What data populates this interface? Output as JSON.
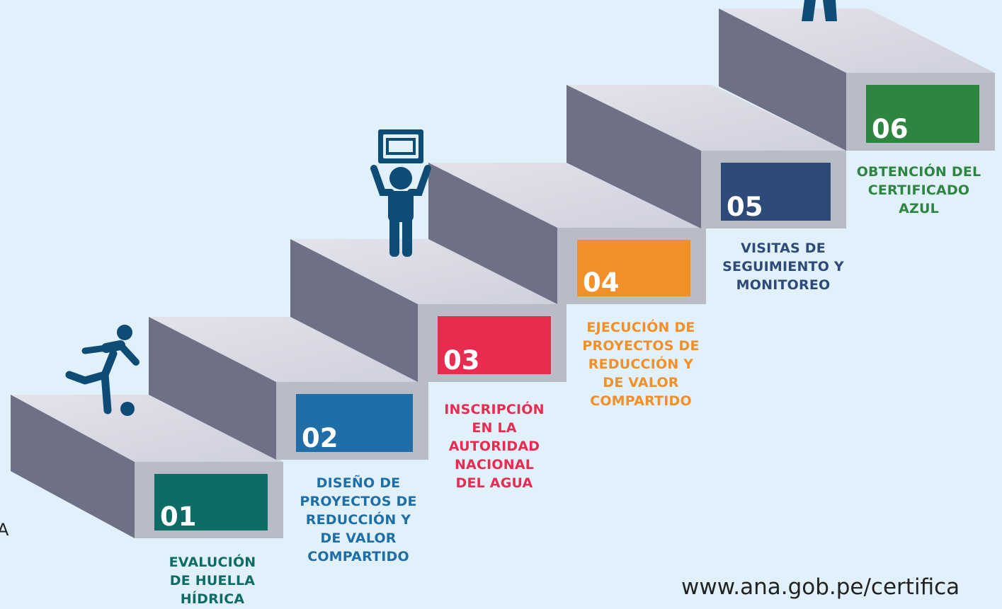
{
  "steps": [
    {
      "number": "01",
      "label": "EVALUCIÓN\nDE HUELLA\nHÍDRICA",
      "color": "#0e6b66",
      "label_color": "#0e6b66"
    },
    {
      "number": "02",
      "label": "DISEÑO DE\nPROYECTOS DE\nREDUCCIÓN Y\nDE VALOR\nCOMPARTIDO",
      "color": "#1f6ea8",
      "label_color": "#1f6ea8"
    },
    {
      "number": "03",
      "label": "INSCRIPCIÓN\nEN LA\nAUTORIDAD\nNACIONAL\nDEL AGUA",
      "color": "#ea2b50",
      "label_color": "#ea2b50"
    },
    {
      "number": "04",
      "label": "EJECUCIÓN DE\nPROYECTOS DE\nREDUCCIÓN Y\nDE VALOR\nCOMPARTIDO",
      "color": "#f28f28",
      "label_color": "#f28f28"
    },
    {
      "number": "05",
      "label": "VISITAS DE\nSEGUIMIENTO Y\nMONITOREO",
      "color": "#2d4a78",
      "label_color": "#2d4a78"
    },
    {
      "number": "06",
      "label": "OBTENCIÓN DEL\nCERTIFICADO\nAZUL",
      "color": "#2e8540",
      "label_color": "#2e8540"
    }
  ],
  "website": "www.ana.gob.pe/certifica",
  "edge_mark": "A",
  "colors": {
    "background": "#e1f1fb",
    "stair_top": "#d9d9e4",
    "stair_side": "#6e7185",
    "stair_front": "#b8bcc6",
    "figure": "#0f4c75"
  }
}
